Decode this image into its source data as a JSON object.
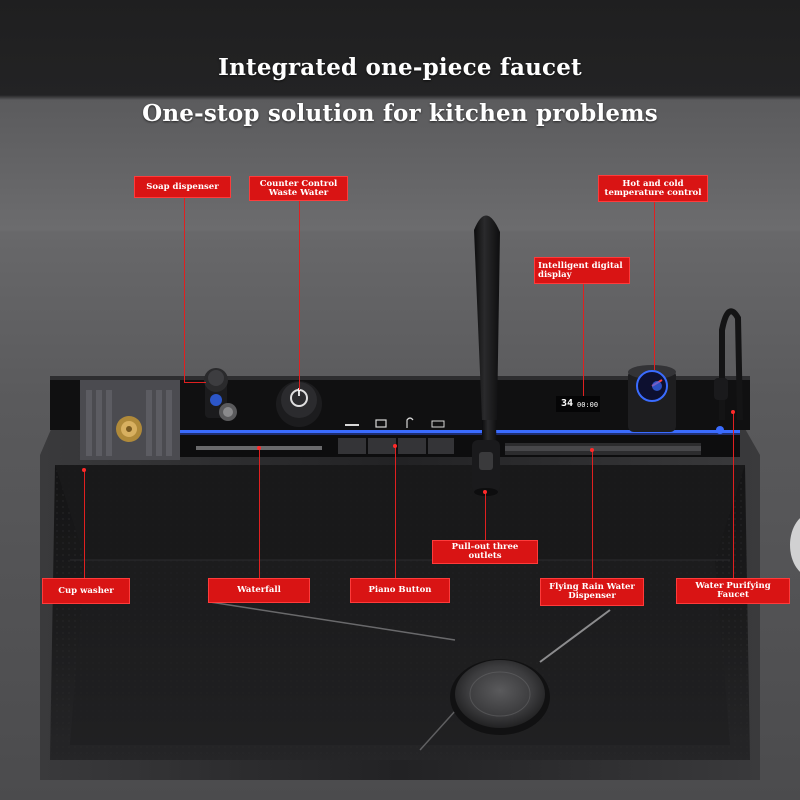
{
  "headline": {
    "line1": "Integrated one-piece faucet",
    "line2": "One-stop solution for kitchen problems"
  },
  "callouts": {
    "soap_dispenser": "Soap dispenser",
    "counter_control": "Counter Control Waste Water",
    "hot_cold": "Hot and cold temperature control",
    "digital_display": "Intelligent digital display",
    "pull_out": "Pull-out three outlets",
    "cup_washer": "Cup washer",
    "waterfall": "Waterfall",
    "piano_button": "Piano Button",
    "flying_rain": "Flying Rain Water Dispenser",
    "water_purifying": "Water Purifying Faucet"
  },
  "display": {
    "temperature": "34",
    "time": "00:00"
  },
  "colors": {
    "label_red": "#d91414",
    "leader_red": "#e02020",
    "led_blue": "#3a6cff",
    "sink_black": "#161617",
    "counter_gray": "#6a6a6c"
  }
}
